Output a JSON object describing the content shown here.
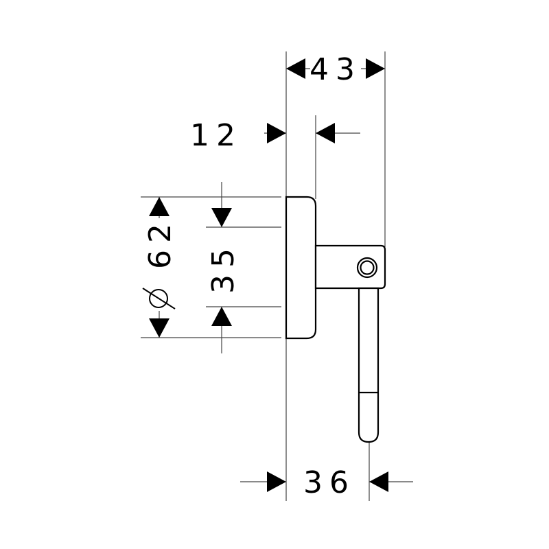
{
  "drawing": {
    "dimensions": {
      "overall_depth": "43",
      "backplate_thickness": "12",
      "backplate_diameter": "62",
      "mount_spacing": "35",
      "hook_offset": "36"
    }
  }
}
